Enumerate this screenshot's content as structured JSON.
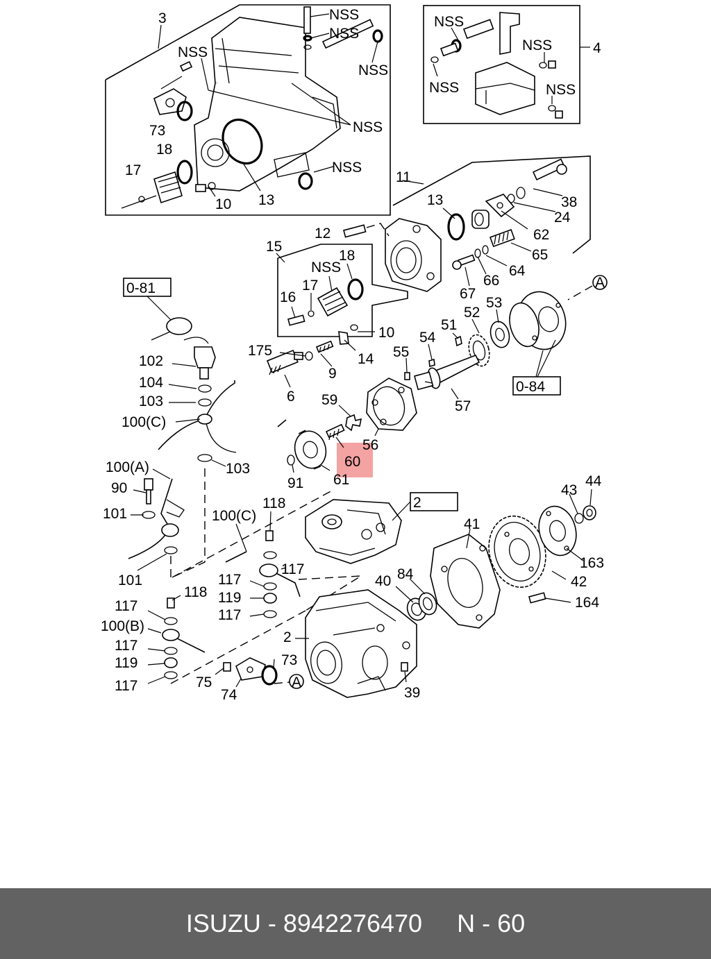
{
  "highlight_color": "#f4a3a3",
  "footer": {
    "brand": "ISUZU",
    "part_number": "8942276470",
    "ref": "N - 60",
    "background": "#626262"
  },
  "labels": {
    "c3": "3",
    "c4": "4",
    "c11": "11",
    "c15": "15",
    "nss": "NSS",
    "a": "A",
    "n0": "0-81",
    "n1": "0-84",
    "n2": "2",
    "n73": "73",
    "n18": "18",
    "n17": "17",
    "n10": "10",
    "n13": "13",
    "n12": "12",
    "n16": "16",
    "n38": "38",
    "n24": "24",
    "n62": "62",
    "n65": "65",
    "n64": "64",
    "n66": "66",
    "n67": "67",
    "n52": "52",
    "n53": "53",
    "n51": "51",
    "n14": "14",
    "n175": "175",
    "n9": "9",
    "n6": "6",
    "n55": "55",
    "n54": "54",
    "n57": "57",
    "n59": "59",
    "n56": "56",
    "n60": "60",
    "n61": "61",
    "n91": "91",
    "n102": "102",
    "n104": "104",
    "n103": "103",
    "n100c": "100(C)",
    "n100a": "100(A)",
    "n90": "90",
    "n101": "101",
    "n118": "118",
    "n117": "117",
    "n119": "119",
    "n100b": "100(B)",
    "n75": "75",
    "n74": "74",
    "n39": "39",
    "n40": "40",
    "n84": "84",
    "n41": "41",
    "n42": "42",
    "n43": "43",
    "n44": "44",
    "n163": "163",
    "n164": "164"
  }
}
